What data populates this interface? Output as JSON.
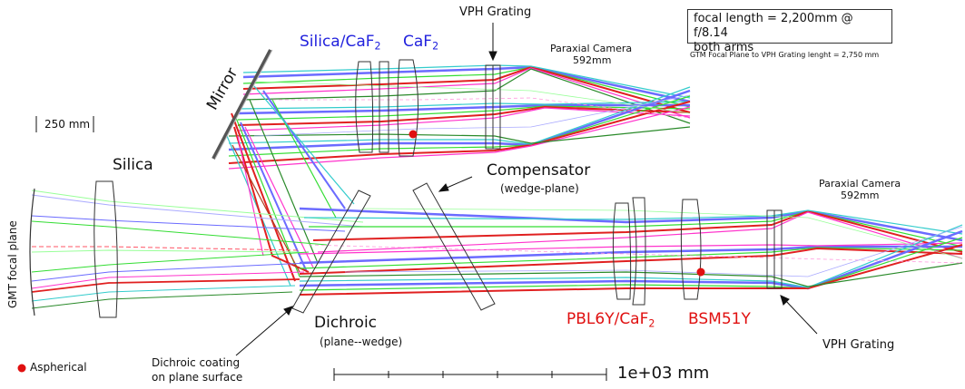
{
  "labels": {
    "vph_top": "VPH Grating",
    "vph_bottom": "VPH Grating",
    "silica_caf2_a": "Silica/CaF",
    "silica_caf2_sub": "2",
    "caf2_a": "CaF",
    "caf2_sub": "2",
    "paraxial_top": "Paraxial Camera",
    "paraxial_top_len": "592mm",
    "paraxial_bottom": "Paraxial Camera",
    "paraxial_bottom_len": "592mm",
    "mirror": "Mirror",
    "scale_250": "250 mm",
    "silica": "Silica",
    "gmt_focal_plane": "GMT focal plane",
    "compensator": "Compensator",
    "compensator_sub": "(wedge-plane)",
    "dichroic": "Dichroic",
    "dichroic_sub": "(plane--wedge)",
    "pbl6y_a": "PBL6Y/CaF",
    "pbl6y_sub": "2",
    "bsm51y": "BSM51Y",
    "aspherical": "Aspherical",
    "dichroic_coating_1": "Dichroic coating",
    "dichroic_coating_2": "on plane surface",
    "scale_bar": "1e+03 mm",
    "focal_length_1": "focal length = 2,200mm @ f/8.14",
    "focal_length_2": "both arms",
    "gtm_note": "GTM Focal Plane to VPH Grating lenght  = 2,750 mm"
  },
  "colors": {
    "blue_ray": "#6b6bff",
    "green_ray": "#33dd33",
    "red_ray": "#e02020",
    "magenta_ray": "#ff33cc",
    "cyan_ray": "#33cccc",
    "label_blue": "#2222dd",
    "label_red": "#e01010"
  }
}
